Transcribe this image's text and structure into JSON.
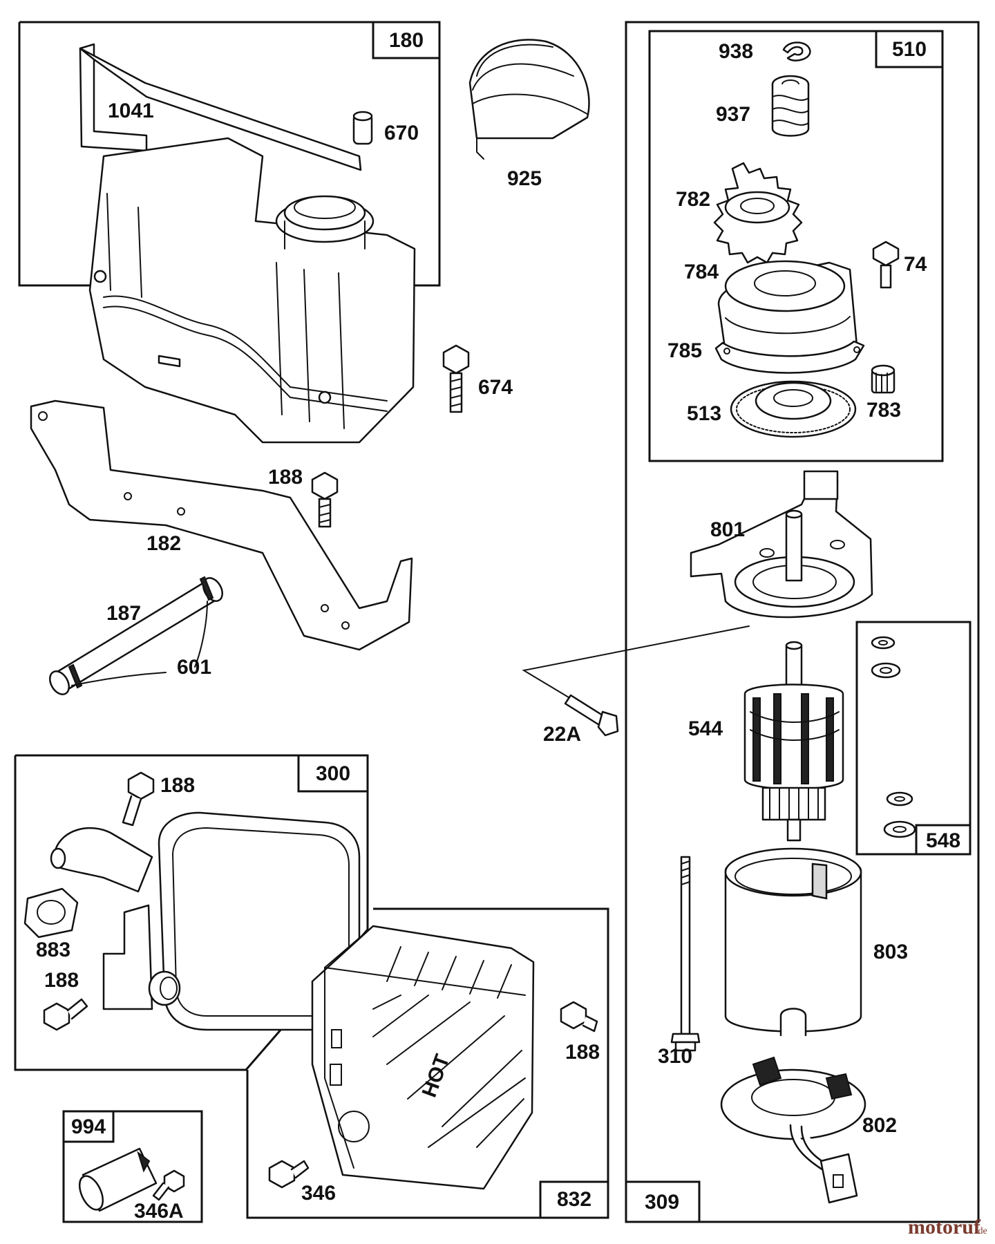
{
  "boxes": {
    "b180": "180",
    "b510": "510",
    "b300": "300",
    "b548": "548",
    "b994": "994",
    "b832": "832",
    "b309": "309"
  },
  "parts": {
    "p1041": "1041",
    "p670": "670",
    "p925": "925",
    "p674": "674",
    "p188a": "188",
    "p182": "182",
    "p187": "187",
    "p601": "601",
    "p22A": "22A",
    "p188b": "188",
    "p883": "883",
    "p188c": "188",
    "p188d": "188",
    "p346": "346",
    "p346A": "346A",
    "p938": "938",
    "p937": "937",
    "p782": "782",
    "p74": "74",
    "p784": "784",
    "p785": "785",
    "p513": "513",
    "p783": "783",
    "p801": "801",
    "p544": "544",
    "p803": "803",
    "p310": "310",
    "p802": "802"
  },
  "stamp": "HOT",
  "watermark": {
    "main": "motoruf",
    "suffix": ".de"
  }
}
